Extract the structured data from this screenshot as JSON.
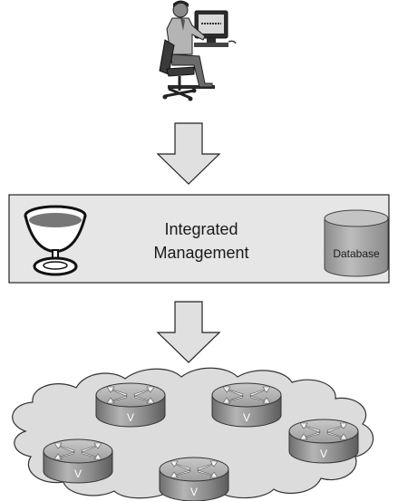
{
  "management": {
    "line1": "Integrated",
    "line2": "Management"
  },
  "database": {
    "label": "Database"
  },
  "routers": {
    "label": "V"
  },
  "colors": {
    "box_fill": "#e6e6e6",
    "cloud_fill": "#dcdcdc",
    "arrow_fill": "#e0e0e0",
    "router_fill": "#9a9a9a",
    "stroke": "#222222"
  },
  "icons": [
    "user-at-workstation-icon",
    "chalice-icon",
    "database-icon",
    "router-icon",
    "network-cloud"
  ]
}
